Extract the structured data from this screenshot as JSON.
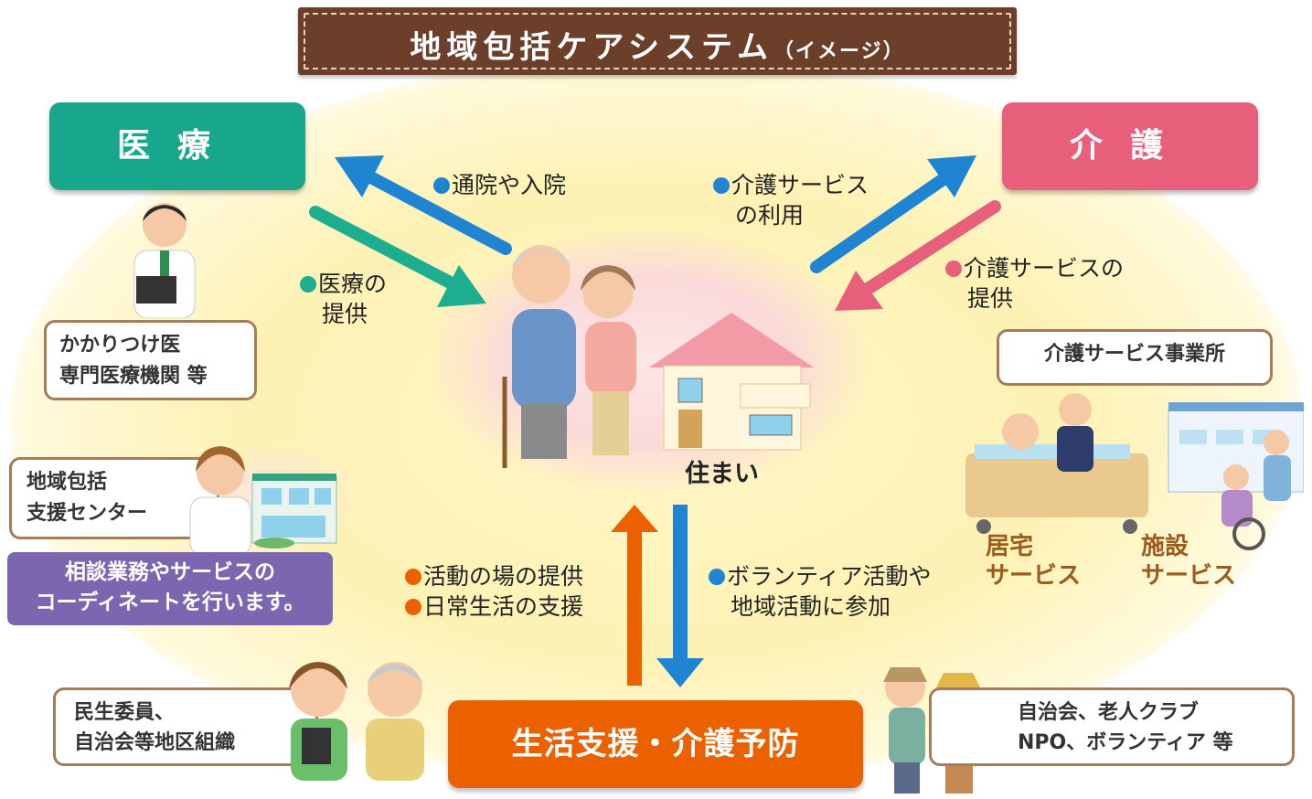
{
  "title": {
    "main": "地域包括ケアシステム",
    "sub": "（イメージ）"
  },
  "categories": {
    "medical": "医療",
    "care": "介護",
    "support": "生活支援・介護予防"
  },
  "center": {
    "home_label": "住まい"
  },
  "flows": {
    "to_medical": "通院や入院",
    "from_medical_1": "医療の",
    "from_medical_2": "提供",
    "to_care_1": "介護サービス",
    "to_care_2": "の利用",
    "from_care_1": "介護サービスの",
    "from_care_2": "提供",
    "from_support_1": "活動の場の提供",
    "from_support_2": "日常生活の支援",
    "to_support_1": "ボランティア活動や",
    "to_support_2": "地域活動に参加"
  },
  "medical_box": {
    "line1": "かかりつけ医",
    "line2": "専門医療機関 等"
  },
  "center_box": {
    "line1": "地域包括",
    "line2": "支援センター"
  },
  "center_desc": {
    "line1": "相談業務やサービスの",
    "line2": "コーディネートを行います。"
  },
  "care_box": {
    "label": "介護サービス事業所"
  },
  "care_services": {
    "home_1": "居宅",
    "home_2": "サービス",
    "facility_1": "施設",
    "facility_2": "サービス"
  },
  "left_bottom_box": {
    "line1": "民生委員、",
    "line2": "自治会等地区組織"
  },
  "right_bottom_box": {
    "line1": "自治会、老人クラブ",
    "line2": "NPO、ボランティア 等"
  },
  "colors": {
    "medical": "#18a78b",
    "care": "#e75f7b",
    "support": "#eb6100",
    "blue_arrow": "#1f84d1",
    "purple": "#7d66b0",
    "title_bg": "#6b3f2a"
  }
}
